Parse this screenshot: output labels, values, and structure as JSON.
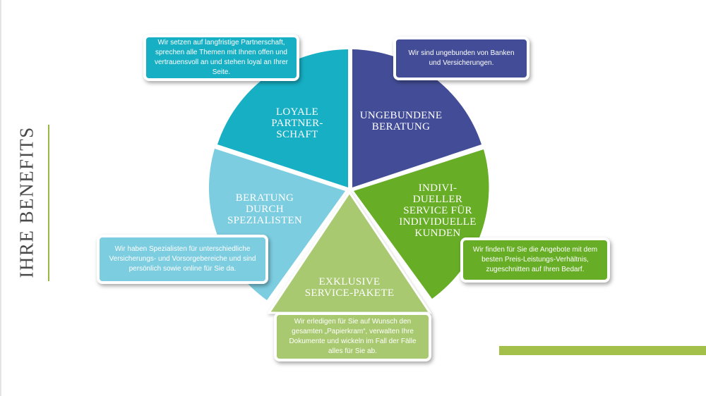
{
  "page": {
    "title": "IHRE BENEFITS"
  },
  "colors": {
    "teal": "#17afc4",
    "navy": "#434d97",
    "green": "#67ad26",
    "light_green": "#a8c96f",
    "light_blue": "#7dcde0",
    "accent": "#a3c14a"
  },
  "segments": [
    {
      "key": "loyale",
      "label": "Loyale\nPartner-\nschaft",
      "color": "#17afc4",
      "callout": "Wir setzen auf langfristige Partnerschaft, sprechen alle Themen mit Ihnen offen und vertrauensvoll an und stehen loyal an Ihrer Seite."
    },
    {
      "key": "ungebundene",
      "label": "Ungebundene\nBeratung",
      "color": "#434d97",
      "callout": "Wir sind ungebunden von Banken und Versicherungen."
    },
    {
      "key": "individueller",
      "label": "Indivi-\ndueller\nService für\nindividuelle\nKunden",
      "color": "#67ad26",
      "callout": "Wir finden für Sie die Angebote mit dem besten Preis-Leistungs-Verhältnis, zugeschnitten auf Ihren Bedarf."
    },
    {
      "key": "exklusive",
      "label": "Exklusive\nService-Pakete",
      "color": "#a8c96f",
      "callout": "Wir erledigen für Sie auf Wunsch den gesamten „Papierkram“, verwalten Ihre Dokumente und wickeln im Fall der Fälle alles für Sie ab."
    },
    {
      "key": "beratung",
      "label": "Beratung\ndurch\nSpezialisten",
      "color": "#7dcde0",
      "callout": "Wir haben Spezialisten für unterschiedliche Versicherungs- und Vorsorgebereiche und sind persönlich sowie online für Sie da."
    }
  ]
}
